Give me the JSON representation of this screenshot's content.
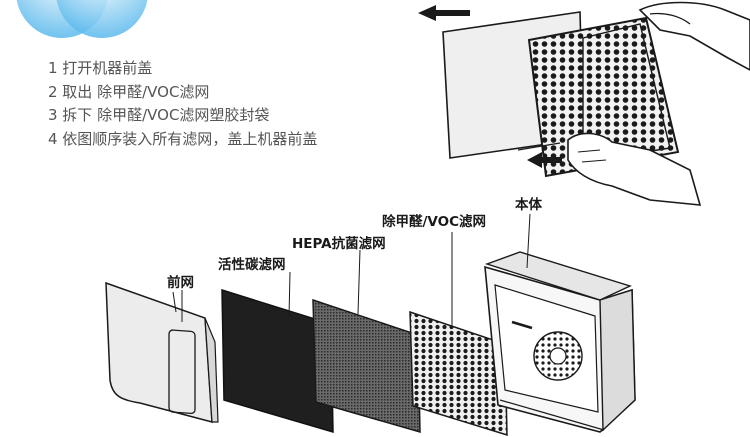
{
  "instructions": {
    "steps": [
      "1 打开机器前盖",
      "2 取出 除甲醛/VOC滤网",
      "3 拆下 除甲醛/VOC滤网塑胶封袋",
      "4 依图顺序装入所有滤网，盖上机器前盖"
    ]
  },
  "diagram": {
    "labels": {
      "front_cover": "前网",
      "carbon_filter": "活性碳滤网",
      "hepa_filter": "HEPA抗菌滤网",
      "voc_filter": "除甲醛/VOC滤网",
      "body": "本体"
    }
  },
  "colors": {
    "logo_blue": "#58b8ec",
    "text_gray": "#555555",
    "line_art": "#1a1a1a"
  }
}
